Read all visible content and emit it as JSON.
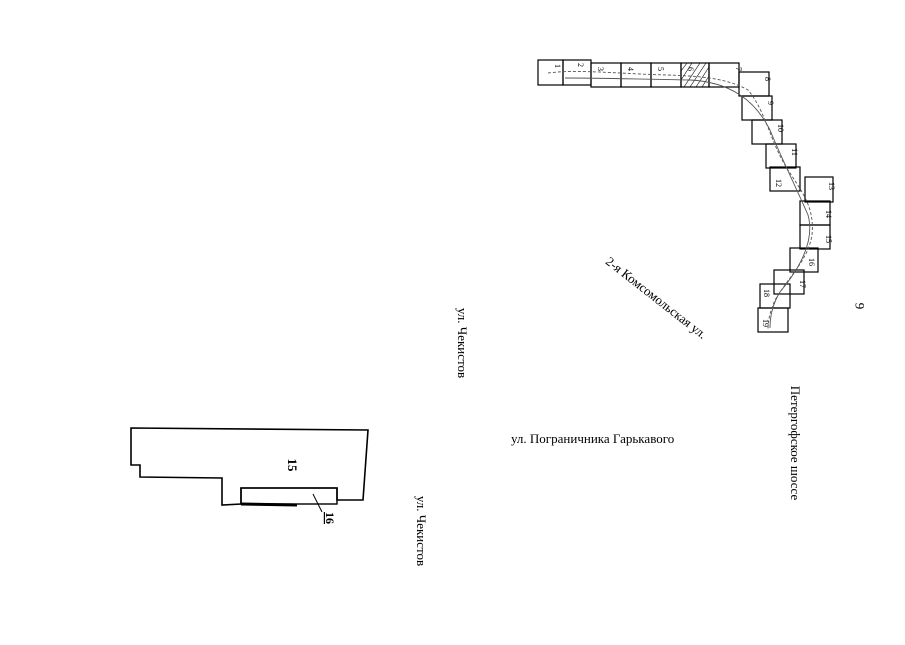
{
  "page_number": "9",
  "streets": {
    "chekistov_top": "ул. Чекистов",
    "chekistov_bottom": "ул. Чекистов",
    "komsomolskaya": "2-я Комсомольская ул.",
    "garkavogo": "ул. Пограничника Гарькавого",
    "peterhof": "Петергофское шоссе"
  },
  "parcels": {
    "main": "15",
    "sub": "16"
  },
  "sheets": [
    "1",
    "2",
    "3",
    "4",
    "5",
    "6",
    "7",
    "8",
    "9",
    "10",
    "11",
    "12",
    "13",
    "14",
    "15",
    "16",
    "17",
    "18",
    "19"
  ]
}
